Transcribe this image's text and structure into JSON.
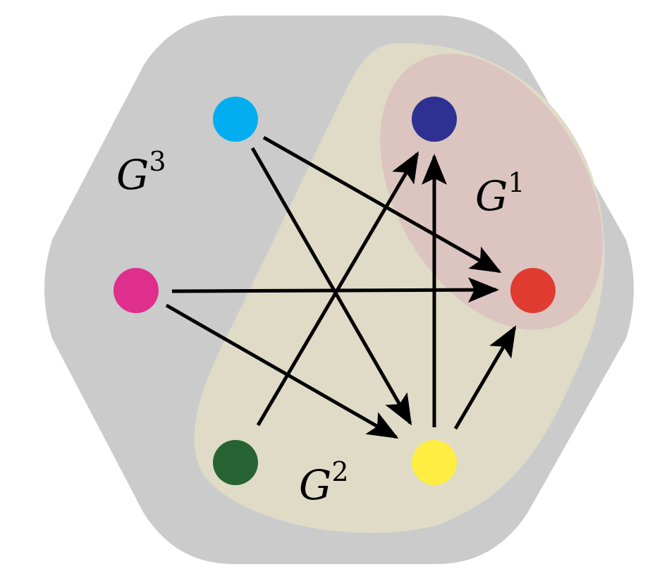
{
  "colors": {
    "region_g3": "#cbcbcc",
    "region_g2": "#dfdbc6",
    "region_g1": "#dcc4c0",
    "edge": "#000000"
  },
  "labels": {
    "g3": {
      "base": "G",
      "sup": "3"
    },
    "g1": {
      "base": "G",
      "sup": "1"
    },
    "g2": {
      "base": "G",
      "sup": "2"
    }
  },
  "nodes": [
    {
      "id": "cyan",
      "color": "#02aeef"
    },
    {
      "id": "navy",
      "color": "#2e3192"
    },
    {
      "id": "magenta",
      "color": "#de2f8d"
    },
    {
      "id": "red",
      "color": "#df3b30"
    },
    {
      "id": "darkgreen",
      "color": "#266333"
    },
    {
      "id": "yellow",
      "color": "#feee42"
    }
  ],
  "edges": [
    {
      "from": "cyan",
      "to": "red"
    },
    {
      "from": "cyan",
      "to": "yellow"
    },
    {
      "from": "magenta",
      "to": "red"
    },
    {
      "from": "magenta",
      "to": "yellow"
    },
    {
      "from": "darkgreen",
      "to": "navy"
    },
    {
      "from": "yellow",
      "to": "navy"
    },
    {
      "from": "yellow",
      "to": "red"
    }
  ]
}
